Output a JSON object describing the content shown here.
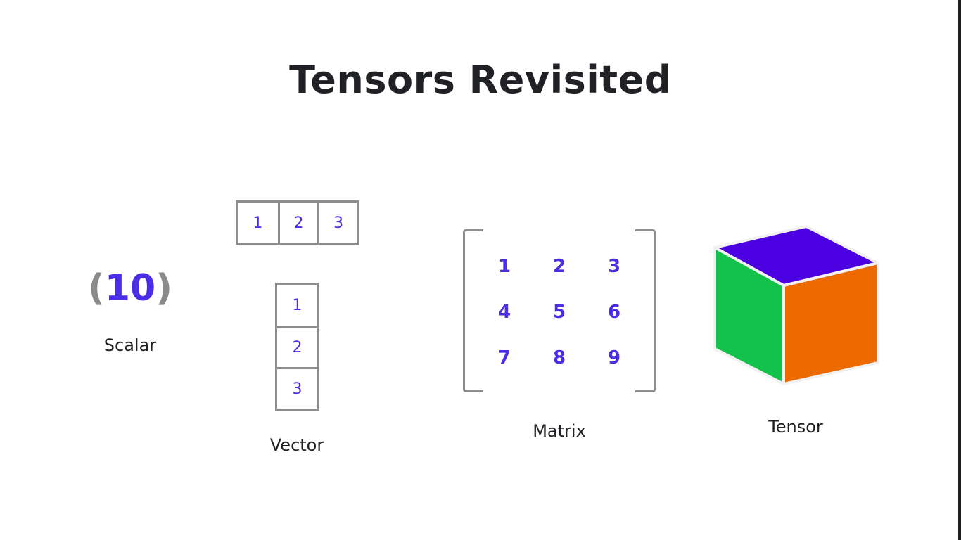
{
  "title": "Tensors Revisited",
  "scalar": {
    "open_paren": "(",
    "value": "10",
    "close_paren": ")",
    "label": "Scalar"
  },
  "vector": {
    "row_values": [
      "1",
      "2",
      "3"
    ],
    "column_values": [
      "1",
      "2",
      "3"
    ],
    "label": "Vector"
  },
  "matrix": {
    "values": [
      "1",
      "2",
      "3",
      "4",
      "5",
      "6",
      "7",
      "8",
      "9"
    ],
    "label": "Matrix"
  },
  "tensor": {
    "label": "Tensor",
    "colors": {
      "top": "#4a00e0",
      "left": "#12c24a",
      "right": "#ec6a00",
      "edge": "#f2f2f2"
    }
  },
  "colors": {
    "accent": "#4a2ee6",
    "paren": "#8a8a8a",
    "outline": "#8d8d8d",
    "text": "#202124"
  }
}
